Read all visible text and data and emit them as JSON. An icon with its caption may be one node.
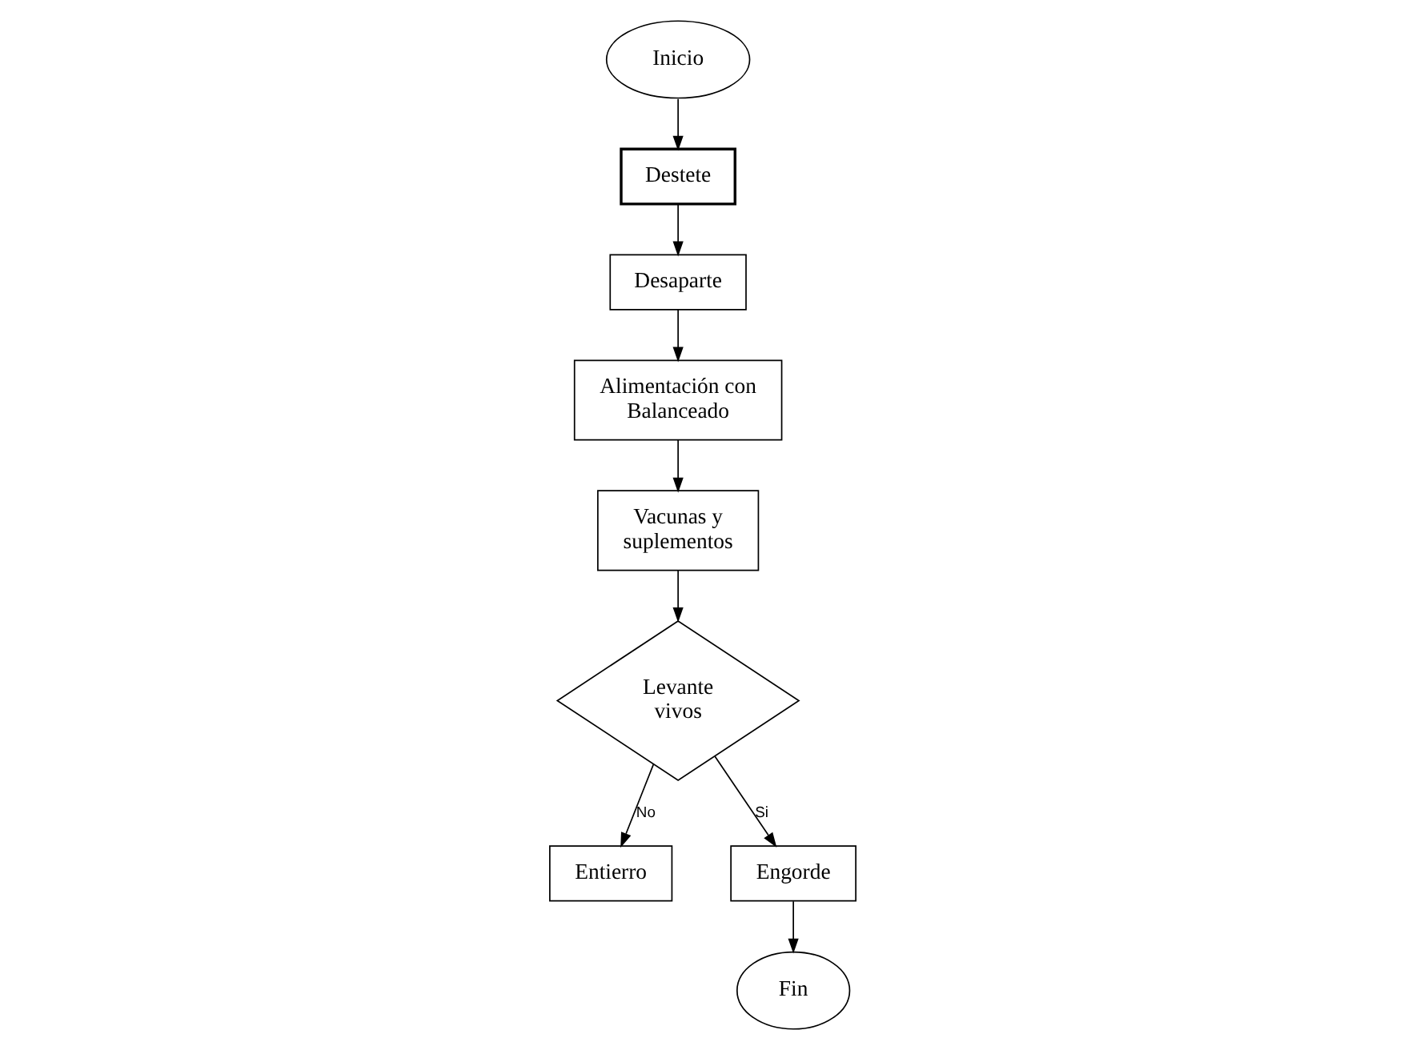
{
  "diagram": {
    "nodes": [
      {
        "text": [
          "Inicio"
        ]
      },
      {
        "text": [
          "Destete"
        ]
      },
      {
        "text": [
          "Desaparte"
        ]
      },
      {
        "text": [
          "Alimentación con Balanceado"
        ]
      },
      {
        "text": [
          "Vacunas y suplementos"
        ]
      },
      {
        "text": [
          "Levante vivos"
        ]
      },
      {
        "text": [
          "Entierro"
        ]
      },
      {
        "text": [
          "Engorde"
        ]
      },
      {
        "text": [
          "Fin"
        ]
      }
    ],
    "edges": [
      {
        "from": 0,
        "to": 1,
        "arrow": "to"
      },
      {
        "from": 1,
        "to": 2,
        "arrow": "to"
      },
      {
        "from": 2,
        "to": 3,
        "arrow": "to"
      },
      {
        "from": 3,
        "to": 4,
        "arrow": "to"
      },
      {
        "from": 4,
        "to": 5,
        "arrow": "to"
      },
      {
        "from": 5,
        "to": 6,
        "arrow": "to",
        "label": "No"
      },
      {
        "from": 5,
        "to": 7,
        "arrow": "to",
        "label": "Si"
      },
      {
        "from": 7,
        "to": 8,
        "arrow": "to"
      }
    ]
  }
}
